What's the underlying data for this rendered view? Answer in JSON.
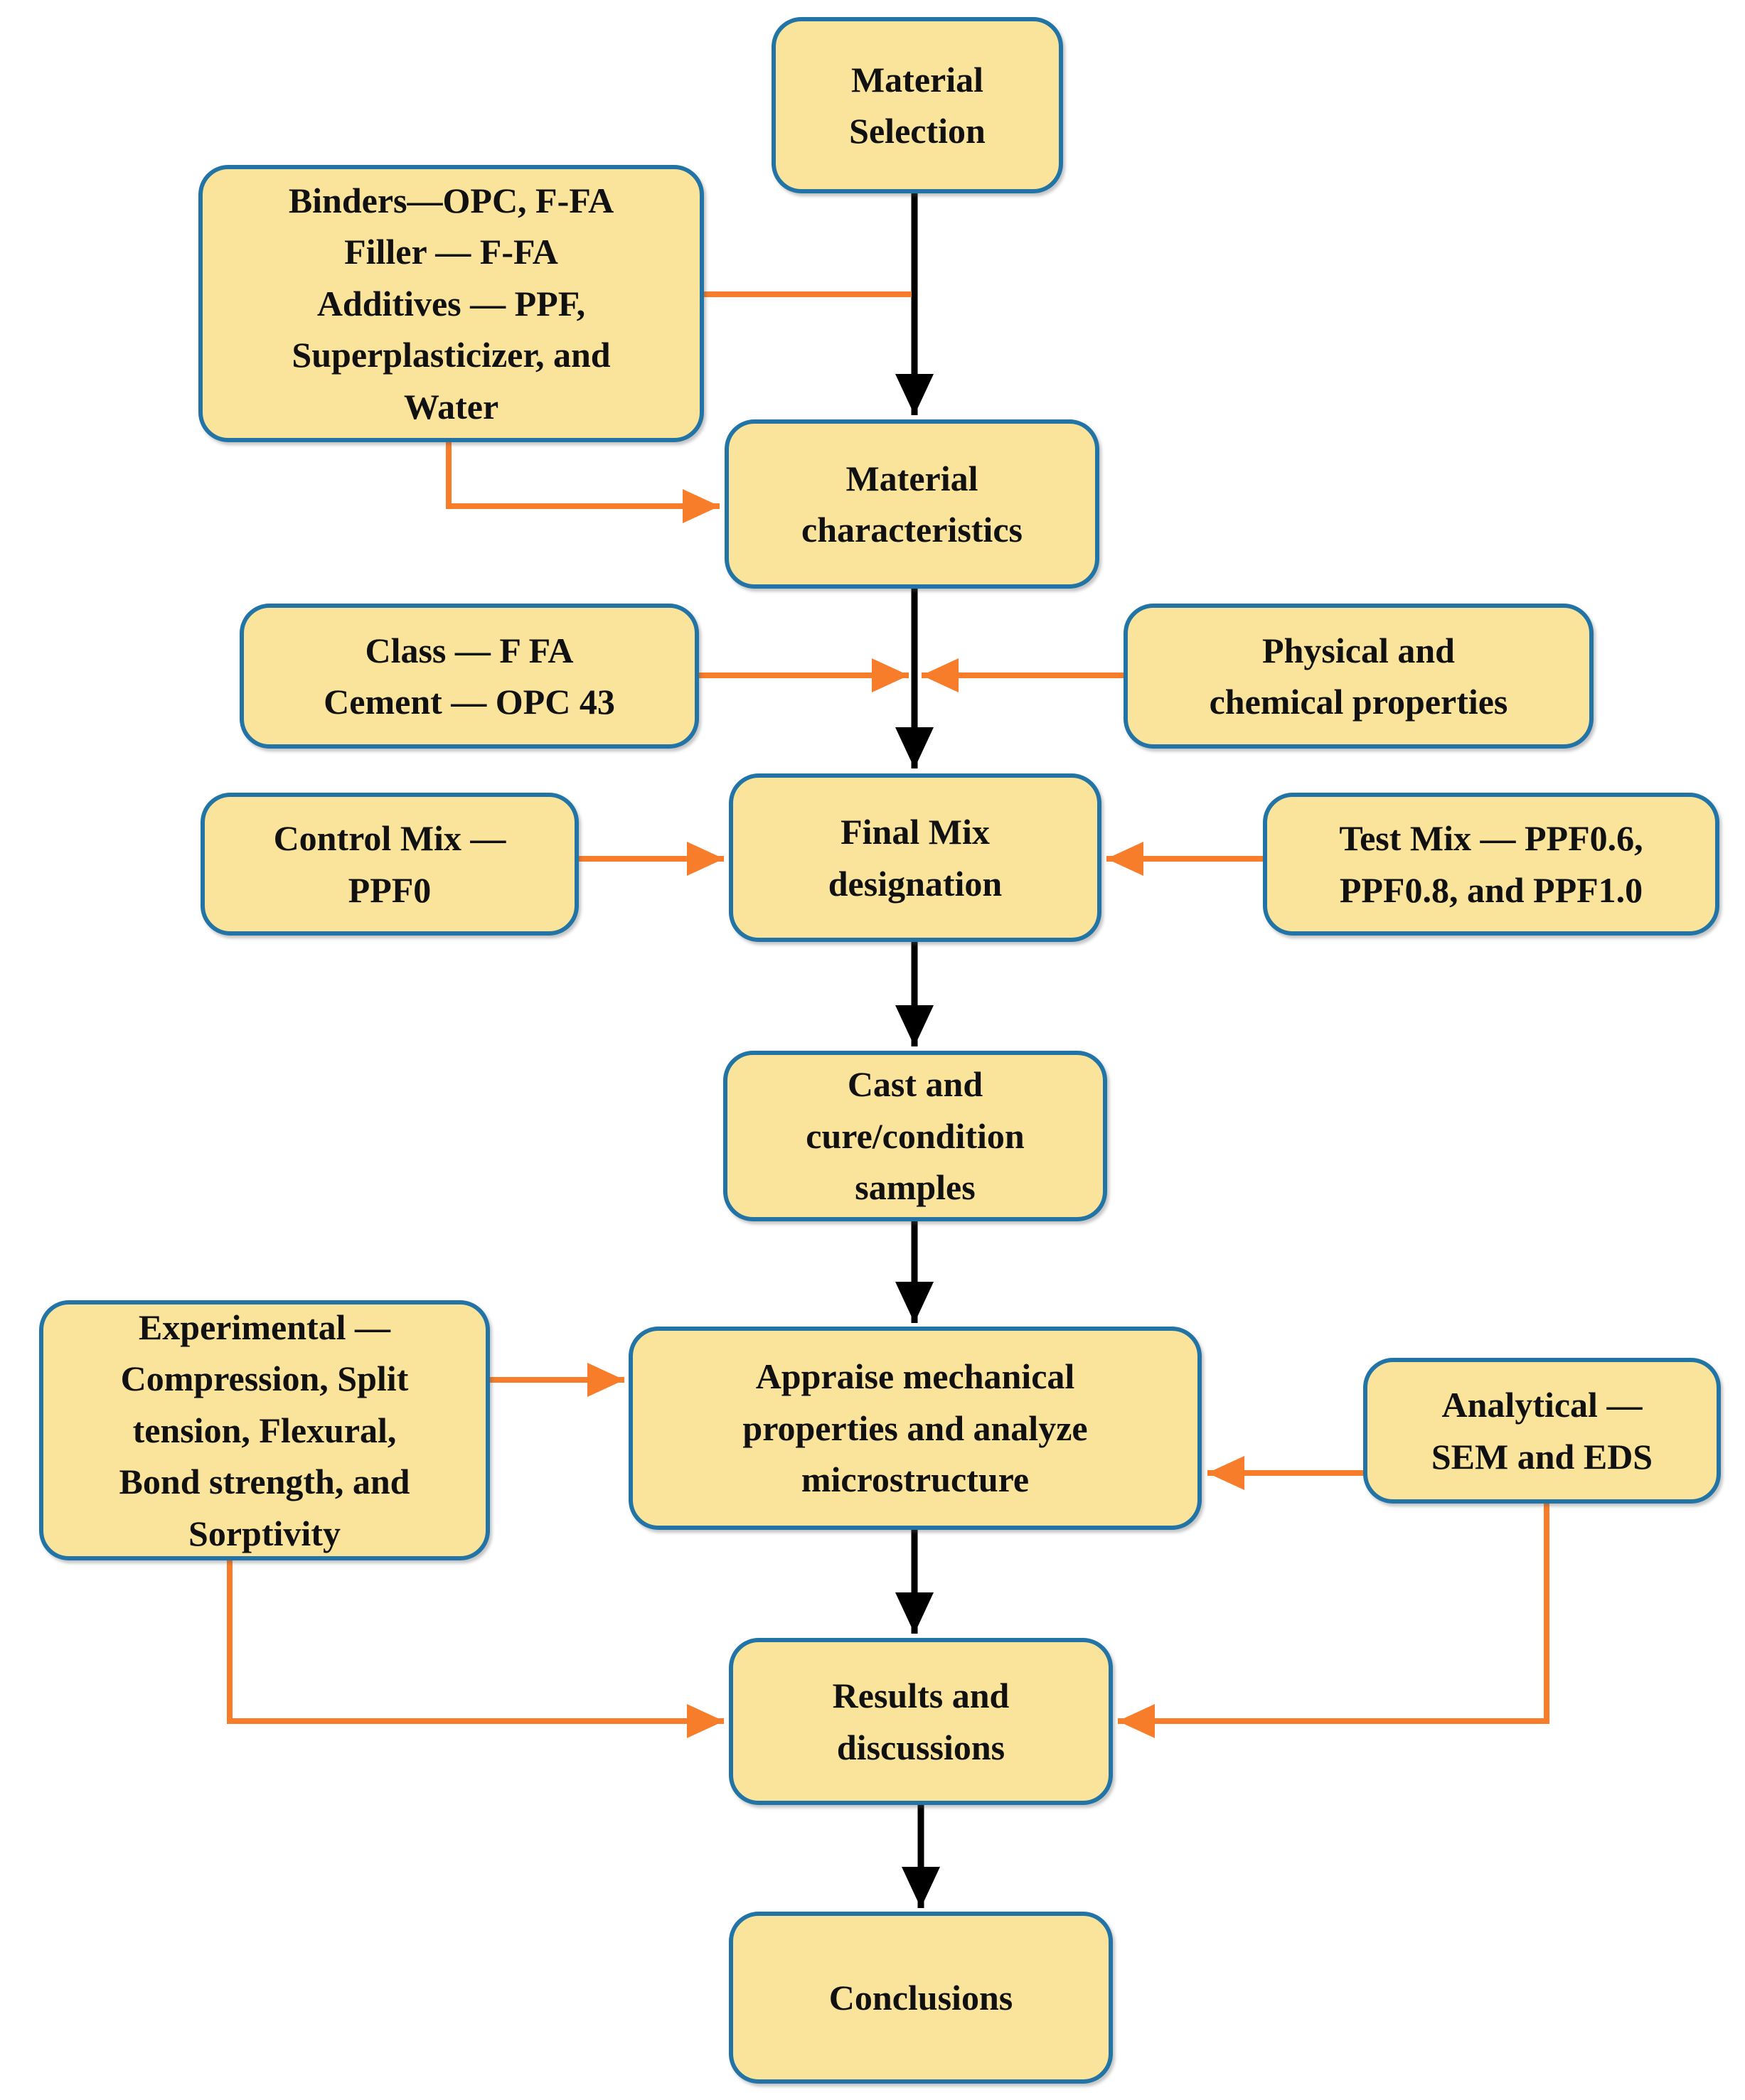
{
  "diagram": {
    "title": "Research methodology flowchart",
    "colors": {
      "background": "#FFFFFF",
      "box_fill": "#FAE49B",
      "box_border": "#2174A5",
      "flow_arrow": "#000000",
      "side_arrow": "#F87D2B",
      "text": "#111111"
    },
    "nodes": {
      "material_selection": "Material\nSelection",
      "binders": "Binders—OPC, F-FA\nFiller — F-FA\nAdditives — PPF,\nSuperplasticizer, and\nWater",
      "material_characteristics": "Material\ncharacteristics",
      "class_cement": "Class — F FA\nCement — OPC 43",
      "physical_chemical": "Physical and\nchemical properties",
      "control_mix": "Control Mix —\nPPF0",
      "final_mix": "Final Mix\ndesignation",
      "test_mix": "Test Mix — PPF0.6,\nPPF0.8, and PPF1.0",
      "cast_cure": "Cast and\ncure/condition\nsamples",
      "experimental": "Experimental —\nCompression, Split\ntension, Flexural,\nBond strength, and\nSorptivity",
      "appraise": "Appraise mechanical\nproperties and analyze\nmicrostructure",
      "analytical": "Analytical —\nSEM and EDS",
      "results": "Results and\ndiscussions",
      "conclusions": "Conclusions"
    }
  }
}
